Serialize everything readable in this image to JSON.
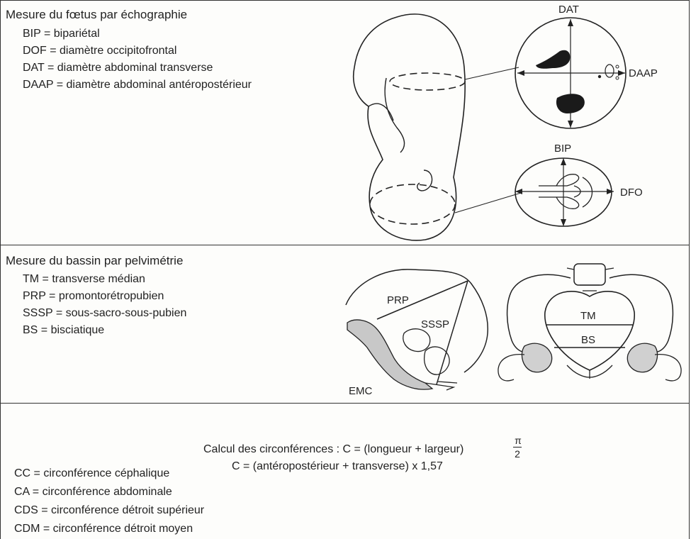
{
  "fetus": {
    "title": "Mesure du fœtus par échographie",
    "items": [
      "BIP = bipariétal",
      "DOF = diamètre occipitofrontal",
      "DAT = diamètre abdominal transverse",
      "DAAP = diamètre abdominal antéropostérieur"
    ],
    "labels": {
      "dat": "DAT",
      "daap": "DAAP",
      "bip": "BIP",
      "dfo": "DFO"
    }
  },
  "pelvis": {
    "title": "Mesure du bassin par pelvimétrie",
    "items": [
      "TM = transverse médian",
      "PRP = promontorétropubien",
      "SSSP = sous-sacro-sous-pubien",
      "BS = bisciatique"
    ],
    "labels": {
      "prp": "PRP",
      "sssp": "SSSP",
      "tm": "TM",
      "bs": "BS",
      "emc": "EMC"
    }
  },
  "circumference": {
    "formula_prefix": "Calcul des circonférences : C = (longueur + largeur)",
    "pi": "π",
    "two": "2",
    "formula_2": "C = (antéropostérieur + transverse) x 1,57",
    "items": [
      "CC = circonférence céphalique",
      "CA = circonférence abdominale",
      "CDS = circonférence détroit supérieur",
      "CDM = circonférence détroit moyen"
    ]
  }
}
